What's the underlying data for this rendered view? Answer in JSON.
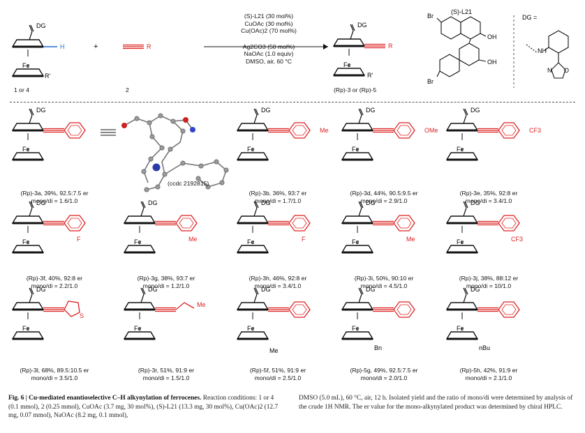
{
  "reaction": {
    "reactant1_label": "1 or 4",
    "reactant2_label": "2",
    "plus": "+",
    "dg_label": "DG",
    "h_label": "H",
    "fe_label": "Fe",
    "r_label": "R",
    "rprime_label": "R'",
    "conditions": [
      "(S)-L21 (30 mol%)",
      "CuOAc (30 mol%)",
      "Cu(OAc)2 (70 mol%)",
      "Ag2CO3 (50 mol%)",
      "NaOAc (1.0 equiv)",
      "DMSO, air, 60 °C"
    ],
    "product_label": "(Rp)-3 or (Rp)-5",
    "ligand_label": "(S)-L21",
    "br_label": "Br",
    "oh_label": "OH",
    "dg_def_label": "DG =",
    "nh_label": "NH",
    "n_label": "N",
    "o_label": "O",
    "ccdc_label": "(ccdc 2192815)"
  },
  "compounds": [
    {
      "name": "(Rp)-3a, 39%, 92.5:7.5 er",
      "ratio": "mono/di = 1.6/1.0",
      "sub": "Ph"
    },
    {
      "name": "(Rp)-3b, 36%, 93:7 er",
      "ratio": "mono/di = 1.7/1.0",
      "sub": "Me"
    },
    {
      "name": "(Rp)-3d, 44%, 90.5:9.5 er",
      "ratio": "mono/di = 2.9/1.0",
      "sub": "OMe"
    },
    {
      "name": "(Rp)-3e, 35%, 92:8 er",
      "ratio": "mono/di = 3.4/1.0",
      "sub": "CF3"
    },
    {
      "name": "(Rp)-3f, 40%, 92:8 er",
      "ratio": "mono/di = 2.2/1.0",
      "sub": "F"
    },
    {
      "name": "(Rp)-3g, 38%, 93:7 er",
      "ratio": "mono/di = 1.2/1.0",
      "sub": "Me"
    },
    {
      "name": "(Rp)-3h, 46%, 92:8 er",
      "ratio": "mono/di = 3.4/1.0",
      "sub": "F"
    },
    {
      "name": "(Rp)-3i, 50%, 90:10 er",
      "ratio": "mono/di = 4.5/1.0",
      "sub": "Me"
    },
    {
      "name": "(Rp)-3j, 38%, 88:12 er",
      "ratio": "mono/di = 10/1.0",
      "sub": "CF3"
    },
    {
      "name": "(Rp)-3l, 68%, 89.5:10.5 er",
      "ratio": "mono/di = 3.5/1.0",
      "sub": "S"
    },
    {
      "name": "(Rp)-3r, 51%, 91:9 er",
      "ratio": "mono/di = 1.5/1.0",
      "sub": "Me"
    },
    {
      "name": "(Rp)-5f, 51%, 91:9 er",
      "ratio": "mono/di = 2.5/1.0",
      "sub": "Me"
    },
    {
      "name": "(Rp)-5g, 49%, 92.5:7.5 er",
      "ratio": "mono/di = 2.0/1.0",
      "sub": "Bn"
    },
    {
      "name": "(Rp)-5h, 42%, 91:9 er",
      "ratio": "mono/di = 2.1/1.0",
      "sub": "nBu"
    }
  ],
  "caption": {
    "fig": "Fig. 6 | Cu-mediated enantioselective C–H alkynylation of ferrocenes.",
    "text_left": "Reaction conditions: 1 or 4 (0.1 mmol), 2 (0.25 mmol), CuOAc (3.7 mg, 30 mol%), (S)-L21 (13.3 mg, 30 mol%), Cu(OAc)2 (12.7 mg, 0.07 mmol), NaOAc (8.2 mg, 0.1 mmol),",
    "text_right": "DMSO (5.0 mL), 60 °C, air, 12 h. Isolated yield and the ratio of mono/di were determined by analysis of the crude 1H NMR. The er value for the mono-alkynylated product was determined by chiral HPLC."
  }
}
